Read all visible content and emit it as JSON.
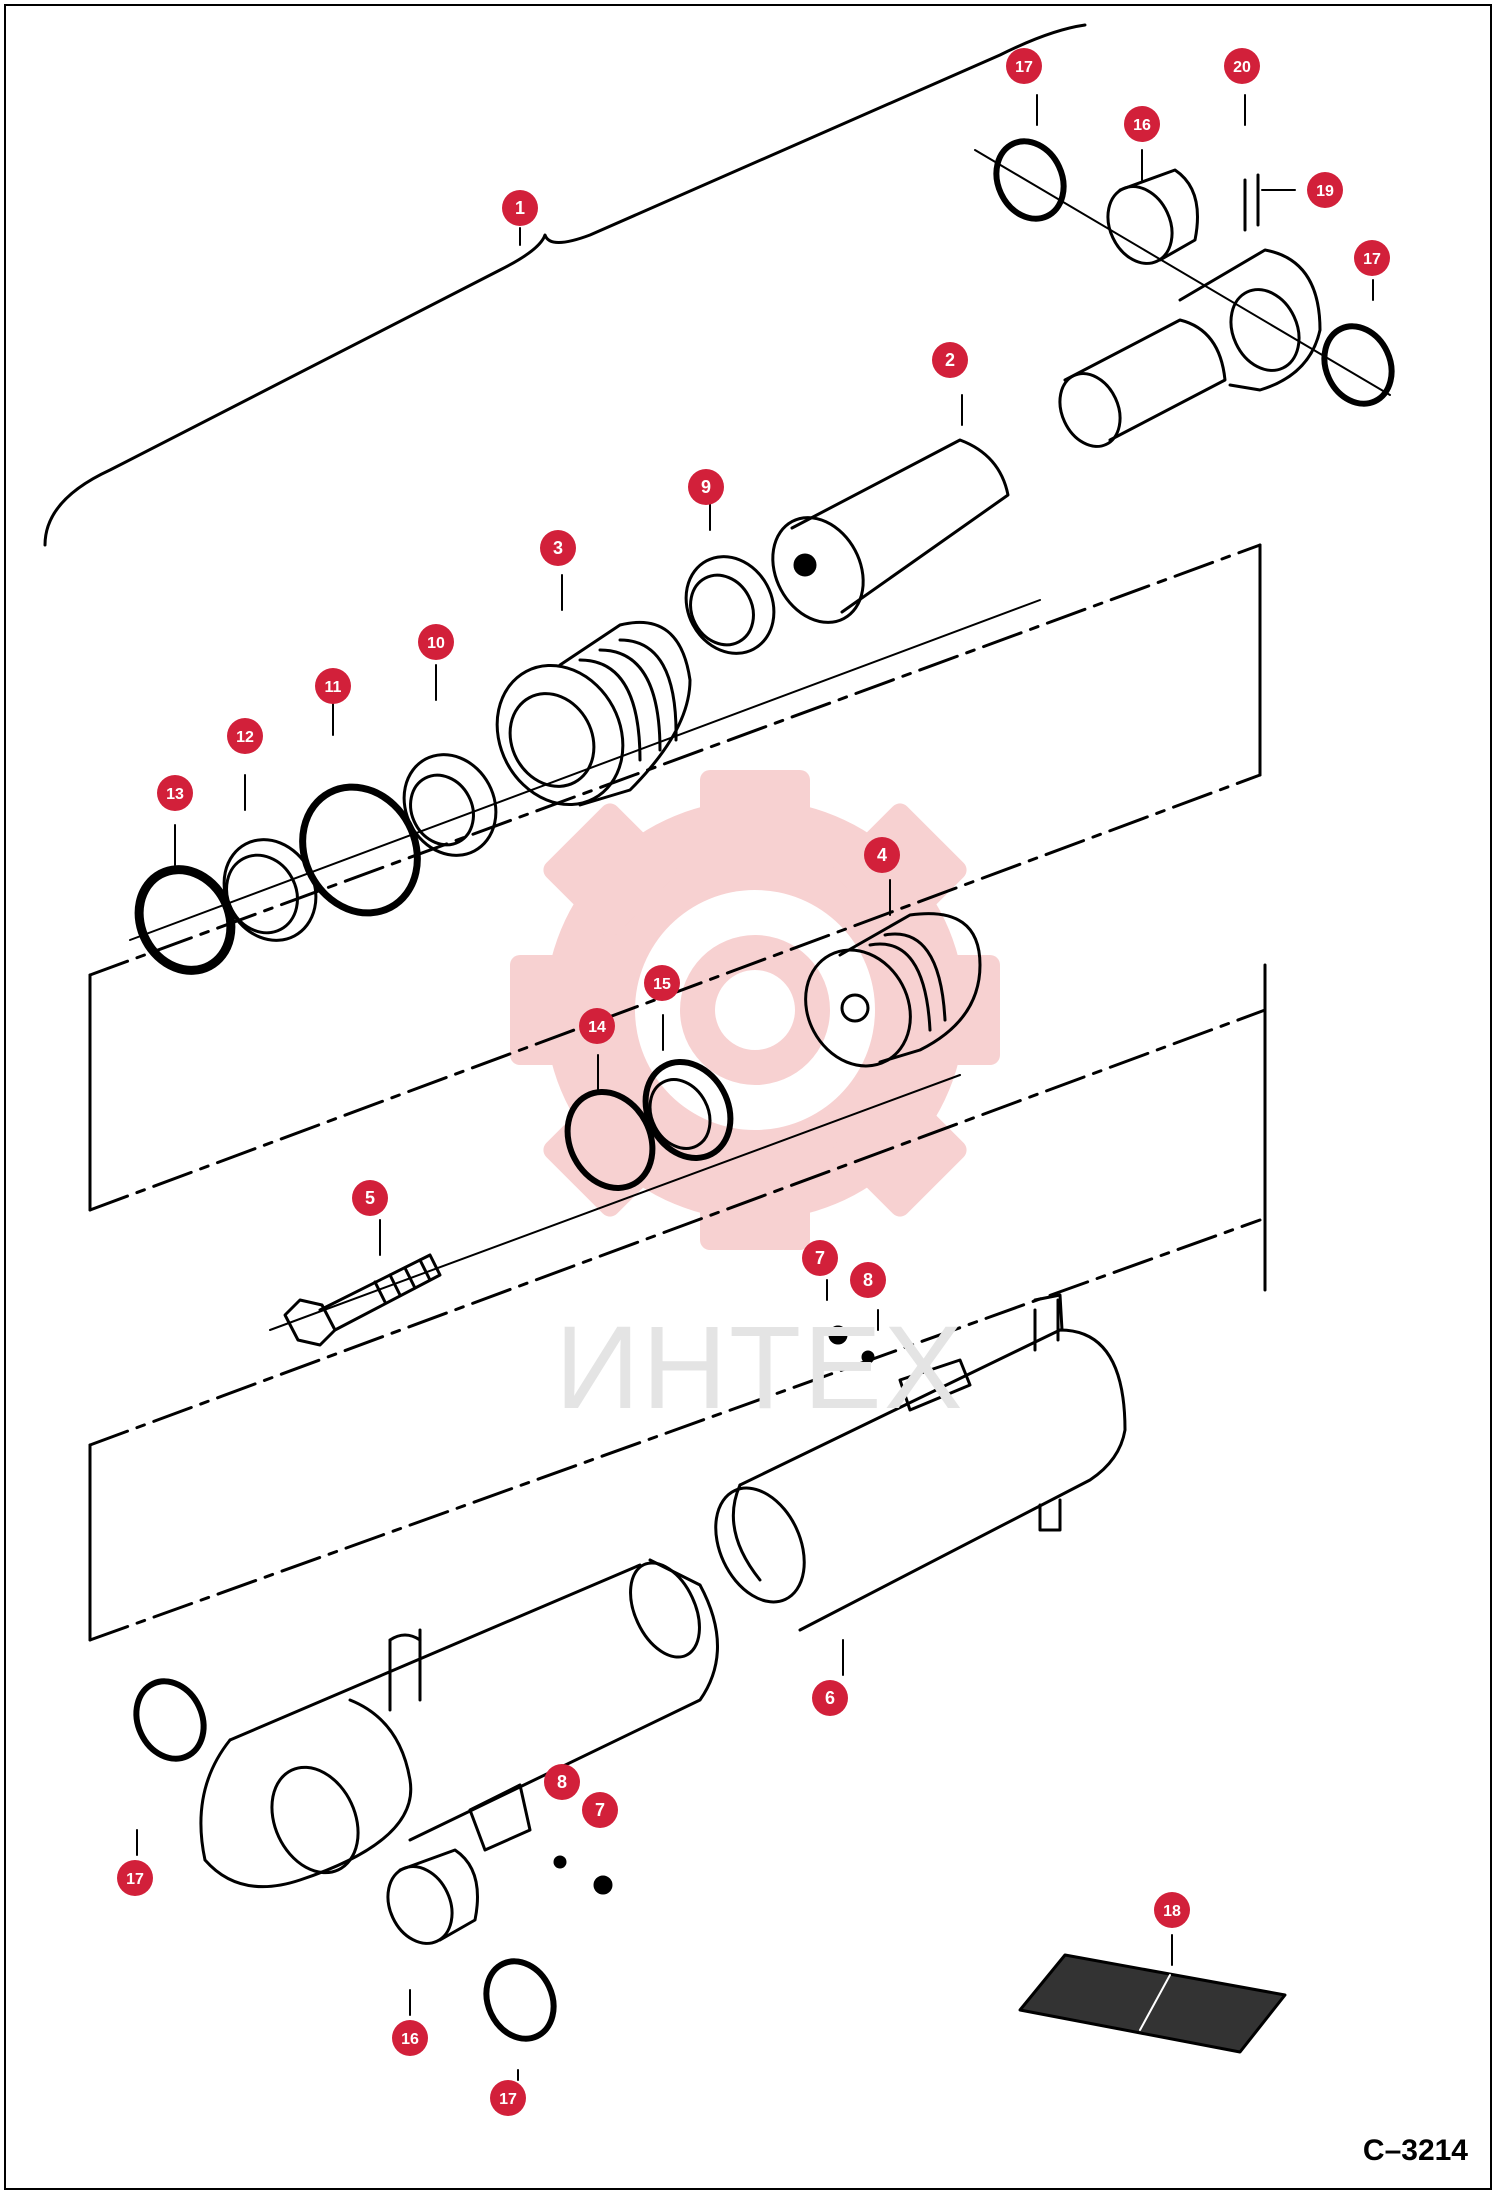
{
  "drawing_code": "C–3214",
  "watermark": {
    "text": "ИНТЕХ"
  },
  "colors": {
    "callout": "#d2203a",
    "line": "#000000",
    "watermark": "#f6c9c9"
  },
  "callouts": [
    {
      "id": "c1",
      "label": "1"
    },
    {
      "id": "c2",
      "label": "2"
    },
    {
      "id": "c3",
      "label": "3"
    },
    {
      "id": "c4",
      "label": "4"
    },
    {
      "id": "c5",
      "label": "5"
    },
    {
      "id": "c6",
      "label": "6"
    },
    {
      "id": "c7a",
      "label": "7"
    },
    {
      "id": "c7b",
      "label": "7"
    },
    {
      "id": "c8a",
      "label": "8"
    },
    {
      "id": "c8b",
      "label": "8"
    },
    {
      "id": "c9",
      "label": "9"
    },
    {
      "id": "c10",
      "label": "10"
    },
    {
      "id": "c11",
      "label": "11"
    },
    {
      "id": "c12",
      "label": "12"
    },
    {
      "id": "c13",
      "label": "13"
    },
    {
      "id": "c14",
      "label": "14"
    },
    {
      "id": "c15",
      "label": "15"
    },
    {
      "id": "c16a",
      "label": "16"
    },
    {
      "id": "c16b",
      "label": "16"
    },
    {
      "id": "c17a",
      "label": "17"
    },
    {
      "id": "c17b",
      "label": "17"
    },
    {
      "id": "c17c",
      "label": "17"
    },
    {
      "id": "c17d",
      "label": "17"
    },
    {
      "id": "c18",
      "label": "18"
    },
    {
      "id": "c19",
      "label": "19"
    },
    {
      "id": "c20",
      "label": "20"
    }
  ]
}
